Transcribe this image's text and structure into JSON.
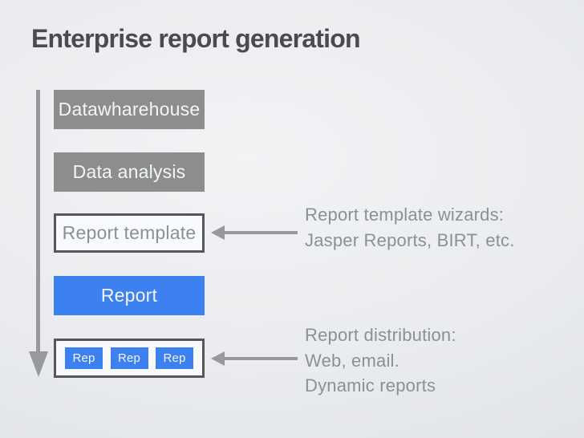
{
  "slide": {
    "title": "Enterprise report generation",
    "pipeline": {
      "steps": [
        {
          "label": "Datawharehouse",
          "variant": "solid-gray"
        },
        {
          "label": "Data analysis",
          "variant": "solid-gray"
        },
        {
          "label": "Report template",
          "variant": "outlined"
        },
        {
          "label": "Report",
          "variant": "solid-blue"
        },
        {
          "variant": "outlined",
          "chips": [
            "Rep",
            "Rep",
            "Rep"
          ]
        }
      ]
    },
    "annotations": [
      {
        "lines": [
          "Report template wizards:",
          "Jasper Reports, BIRT, etc."
        ]
      },
      {
        "lines": [
          "Report distribution:",
          "Web, email.",
          "Dynamic reports"
        ]
      }
    ],
    "colors": {
      "background_light": "#f1f3f5",
      "background_dark": "#dde0e5",
      "title_text": "#4a4b4e",
      "box_gray": "#8b8e8c",
      "box_blue": "#3d80f0",
      "box_border": "#55575b",
      "box_text_light": "#f4f5f6",
      "muted_text": "#8c9094",
      "arrow": "#97999c"
    }
  }
}
